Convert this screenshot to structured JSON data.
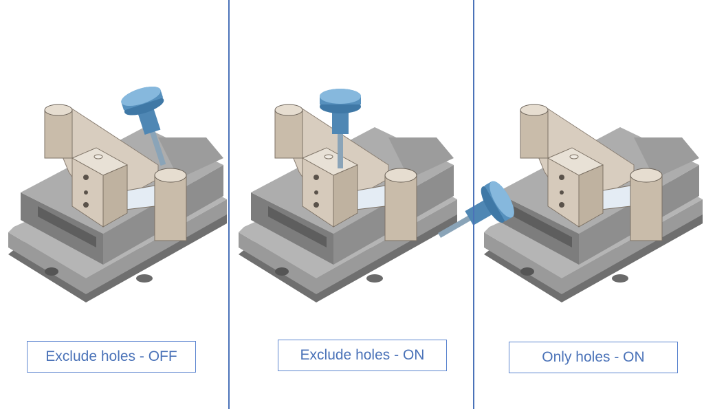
{
  "panels": [
    {
      "label": "Exclude holes - OFF",
      "tool": "tool-above-part"
    },
    {
      "label": "Exclude holes - ON",
      "tool": "tool-above-block"
    },
    {
      "label": "Only holes - ON",
      "tool": "tool-side-holes"
    }
  ],
  "colors": {
    "divider": "#4a72b8",
    "label_text": "#4a72b8",
    "vise": "#8a8a8a",
    "part": "#cfc4b6",
    "tool": "#5f98c4"
  }
}
